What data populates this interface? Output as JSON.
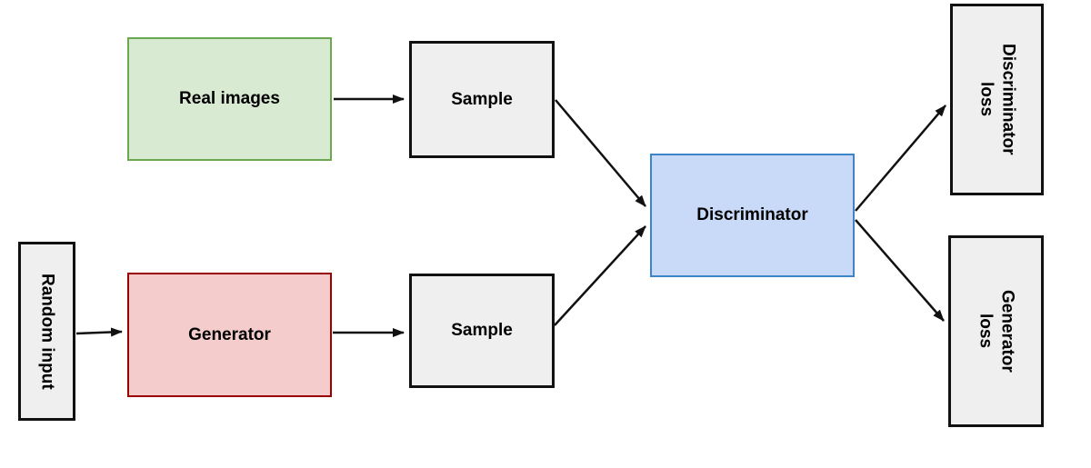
{
  "diagram": {
    "type": "flow-diagram",
    "subject": "GAN architecture",
    "colors": {
      "real_images_fill": "#d9ead3",
      "real_images_border": "#6aa84f",
      "generator_fill": "#f4cccc",
      "generator_border": "#990000",
      "discriminator_fill": "#c9daf8",
      "discriminator_border": "#3d85c6",
      "neutral_fill": "#efefef",
      "neutral_border": "#111111",
      "arrow": "#111111"
    },
    "nodes": [
      {
        "id": "real-images",
        "lines": [
          "Real images"
        ],
        "orientation": "horizontal"
      },
      {
        "id": "sample-real",
        "lines": [
          "Sample"
        ],
        "orientation": "horizontal"
      },
      {
        "id": "random-input",
        "lines": [
          "Random input"
        ],
        "orientation": "vertical"
      },
      {
        "id": "generator",
        "lines": [
          "Generator"
        ],
        "orientation": "horizontal"
      },
      {
        "id": "sample-generated",
        "lines": [
          "Sample"
        ],
        "orientation": "horizontal"
      },
      {
        "id": "discriminator",
        "lines": [
          "Discriminator"
        ],
        "orientation": "horizontal"
      },
      {
        "id": "discriminator-loss",
        "lines": [
          "Discriminator",
          "loss"
        ],
        "orientation": "vertical"
      },
      {
        "id": "generator-loss",
        "lines": [
          "Generator",
          "loss"
        ],
        "orientation": "vertical"
      }
    ],
    "edges": [
      {
        "from": "real-images",
        "to": "sample-real"
      },
      {
        "from": "sample-real",
        "to": "discriminator"
      },
      {
        "from": "random-input",
        "to": "generator"
      },
      {
        "from": "generator",
        "to": "sample-generated"
      },
      {
        "from": "sample-generated",
        "to": "discriminator"
      },
      {
        "from": "discriminator",
        "to": "discriminator-loss"
      },
      {
        "from": "discriminator",
        "to": "generator-loss"
      }
    ]
  }
}
